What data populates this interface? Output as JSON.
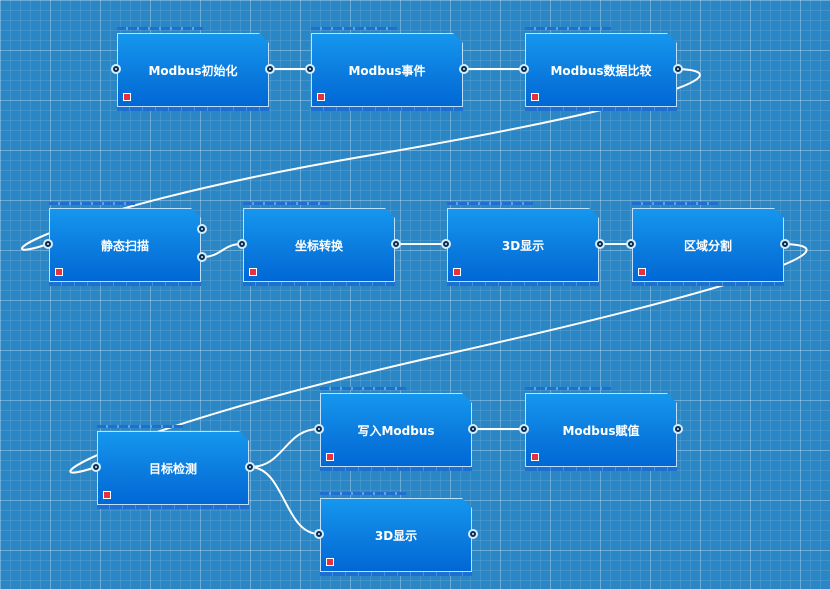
{
  "nodes": [
    {
      "id": "n1",
      "label": "Modbus初始化"
    },
    {
      "id": "n2",
      "label": "Modbus事件"
    },
    {
      "id": "n3",
      "label": "Modbus数据比较"
    },
    {
      "id": "n4",
      "label": "静态扫描"
    },
    {
      "id": "n5",
      "label": "坐标转换"
    },
    {
      "id": "n6",
      "label": "3D显示"
    },
    {
      "id": "n7",
      "label": "区域分割"
    },
    {
      "id": "n8",
      "label": "目标检测"
    },
    {
      "id": "n9",
      "label": "写入Modbus"
    },
    {
      "id": "n10",
      "label": "Modbus赋值"
    },
    {
      "id": "n11",
      "label": "3D显示"
    }
  ],
  "connections": [
    {
      "from": "n1",
      "to": "n2"
    },
    {
      "from": "n2",
      "to": "n3"
    },
    {
      "from": "n3",
      "to": "n4"
    },
    {
      "from": "n4",
      "to": "n5"
    },
    {
      "from": "n5",
      "to": "n6"
    },
    {
      "from": "n6",
      "to": "n7"
    },
    {
      "from": "n7",
      "to": "n8"
    },
    {
      "from": "n8",
      "to": "n9"
    },
    {
      "from": "n9",
      "to": "n10"
    },
    {
      "from": "n8",
      "to": "n11"
    }
  ],
  "colors": {
    "canvas": "#2a86c5",
    "node": "#0a79dd",
    "wire": "#ffffff",
    "status": "#e8313a"
  }
}
